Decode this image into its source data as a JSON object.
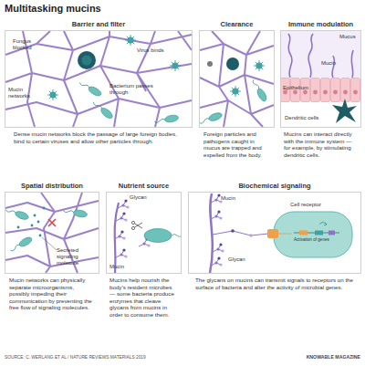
{
  "diagram": {
    "title": "Multitasking mucins",
    "nodes": [
      {
        "text": [
          "Barrier and filter",
          "Dense mucin networks block the passage of large foreign bodies, bind to certain viruses and allow other particles through."
        ]
      },
      {
        "text": [
          "Clearance",
          "Foreign particles and pathogens caught in mucus are trapped and expelled from the body."
        ]
      },
      {
        "text": [
          "Immune modulation",
          "Mucins can interact directly with the immune system — for example, by stimulating dendritic cells."
        ]
      },
      {
        "text": [
          "Spatial distribution",
          "Mucin networks can physically separate microorganisms, possibly impeding their communication by preventing the free flow of signaling molecules."
        ]
      },
      {
        "text": [
          "Nutrient source",
          "Mucins help nourish the body’s resident microbes — some bacteria produce enzymes that cleave glycans from mucins in order to consume them."
        ]
      },
      {
        "text": [
          "Biochemical signaling",
          "The glycans on mucins can transmit signals to receptors on the surface of bacteria and alter the activity of microbial genes."
        ]
      }
    ],
    "labels": [
      "Fungus blocked",
      "Virus binds",
      "Bacterium passes through",
      "Mucin networks",
      "Mucus",
      "Mucin",
      "Epithelium",
      "Dendritic cells",
      "Secreted signaling molecule",
      "Glycan",
      "Mucin",
      "Mucin",
      "Cell receptor",
      "Glycan",
      "Activation of genes",
      "SOURCE: C. WERLANG ET AL / NATURE REVIEWS MATERIALS 2019",
      "KNOWABLE MAGAZINE"
    ]
  }
}
